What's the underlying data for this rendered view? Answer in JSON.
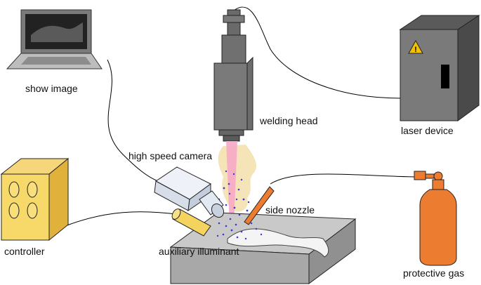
{
  "labels": {
    "show_image": "show image",
    "welding_head": "welding head",
    "laser_device": "laser device",
    "high_speed_camera": "high speed camera",
    "side_nozzle": "side nozzle",
    "controller": "controller",
    "auxiliary_illuminant": "auxiliary illuminant",
    "protective_gas": "protective gas"
  },
  "colors": {
    "welding_head": "#707070",
    "laser_beam": "#f7a8c8",
    "plume": "#f3e3b3",
    "spatter": "#3b3bd0",
    "controller_box": "#f7d96a",
    "illuminant": "#f4d35e",
    "gas_bottle": "#ec7c30",
    "nozzle": "#ec7c30",
    "laser_cabinet": "#707070",
    "warning": "#f2c200",
    "camera": "#dde4ee",
    "workpiece": "#c9c9c9"
  },
  "icons": {
    "warning": "warning-triangle-icon"
  }
}
